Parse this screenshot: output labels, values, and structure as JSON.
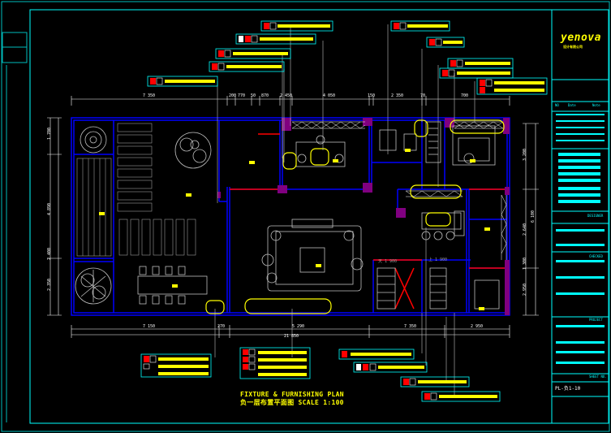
{
  "company": {
    "logo": "yenova",
    "tagline": "设计有限公司"
  },
  "drawing": {
    "title_en": "FIXTURE & FURNISHING PLAN",
    "title_cn": "负一层布置平面图 SCALE 1:100",
    "number": "PL-负1-10"
  },
  "title_block": {
    "rev_headers": [
      "NO",
      "Date",
      "Note"
    ],
    "fields": [
      "DESIGNER",
      "CHECKED",
      "PROJECT",
      "SHEET NO."
    ]
  },
  "dimensions": {
    "top": [
      "7 350",
      "200",
      "770",
      "50",
      "870",
      "2 450",
      "4 050",
      "150",
      "2 350",
      "70",
      "700"
    ],
    "bottom_overall": "21 850",
    "bottom": [
      "7 150",
      "270",
      "5 290",
      "7 350",
      "2 950"
    ],
    "left": [
      "1 700",
      "4 890",
      "2 400",
      "2 350"
    ],
    "right": [
      "3 200",
      "6 100",
      "2 640",
      "1 300",
      "2 950"
    ]
  },
  "notes": [
    "天 1 900",
    "上 1 900"
  ],
  "colors": {
    "background": "#000000",
    "walls": "#0000ff",
    "dimensions": "#ffffff",
    "fixtures": "#ff0000",
    "highlight": "#ffff00",
    "columns": "#800080",
    "title_block": "#00ffff",
    "frame": "#00ffff"
  }
}
